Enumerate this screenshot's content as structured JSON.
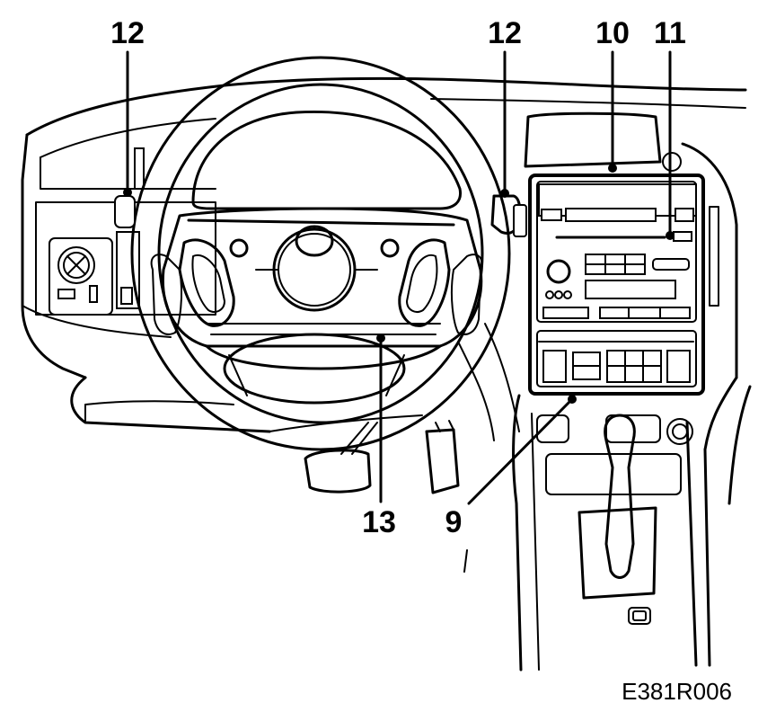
{
  "callouts": [
    {
      "id": "left-12",
      "label": "12"
    },
    {
      "id": "right-12",
      "label": "12"
    },
    {
      "id": "10",
      "label": "10"
    },
    {
      "id": "11",
      "label": "11"
    },
    {
      "id": "13",
      "label": "13"
    },
    {
      "id": "9",
      "label": "9"
    }
  ],
  "figure_code": "E381R006"
}
